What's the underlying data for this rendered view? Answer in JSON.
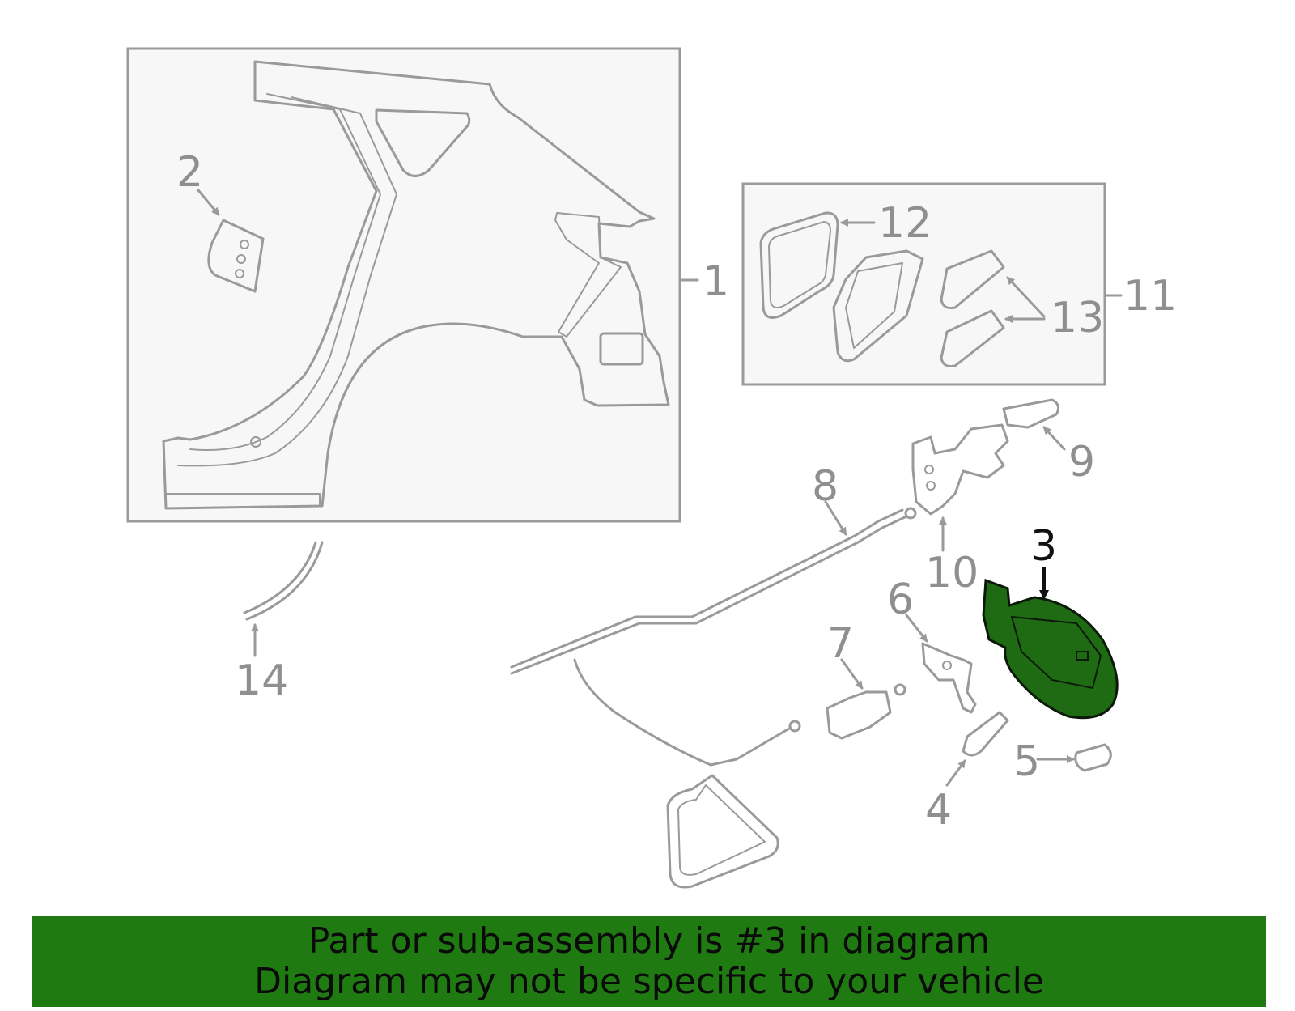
{
  "callouts": {
    "c1": "1",
    "c2": "2",
    "c3": "3",
    "c4": "4",
    "c5": "5",
    "c6": "6",
    "c7": "7",
    "c8": "8",
    "c9": "9",
    "c10": "10",
    "c11": "11",
    "c12": "12",
    "c13": "13",
    "c14": "14"
  },
  "highlighted_part": "3",
  "colors": {
    "highlight": "#1f6b14",
    "banner": "#207a12",
    "line": "#9a9a9a"
  },
  "banner": {
    "line1": "Part or sub-assembly is #3 in diagram",
    "line2": "Diagram may not be specific to your vehicle"
  }
}
